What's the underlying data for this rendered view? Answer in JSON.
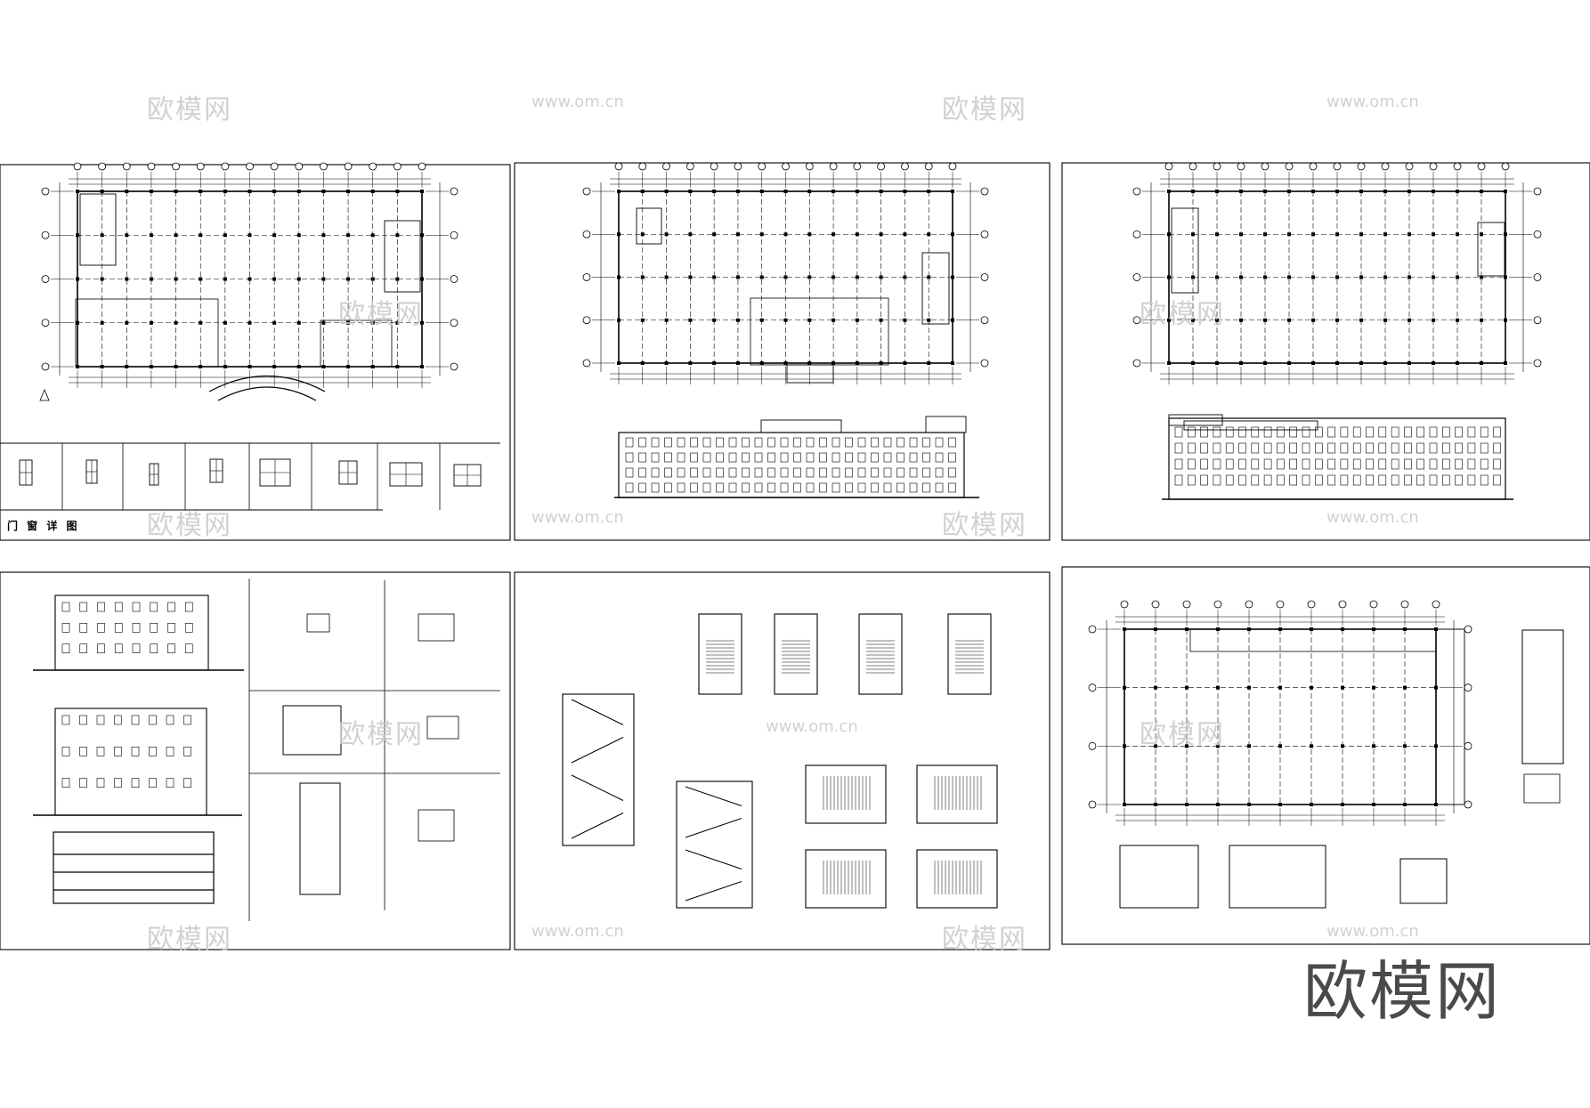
{
  "watermark": {
    "brand_cn": "欧模网",
    "url": "www.om.cn"
  },
  "sheets": {
    "door_window_title": "门 窗 详 图"
  },
  "brand_footer": "欧模网"
}
